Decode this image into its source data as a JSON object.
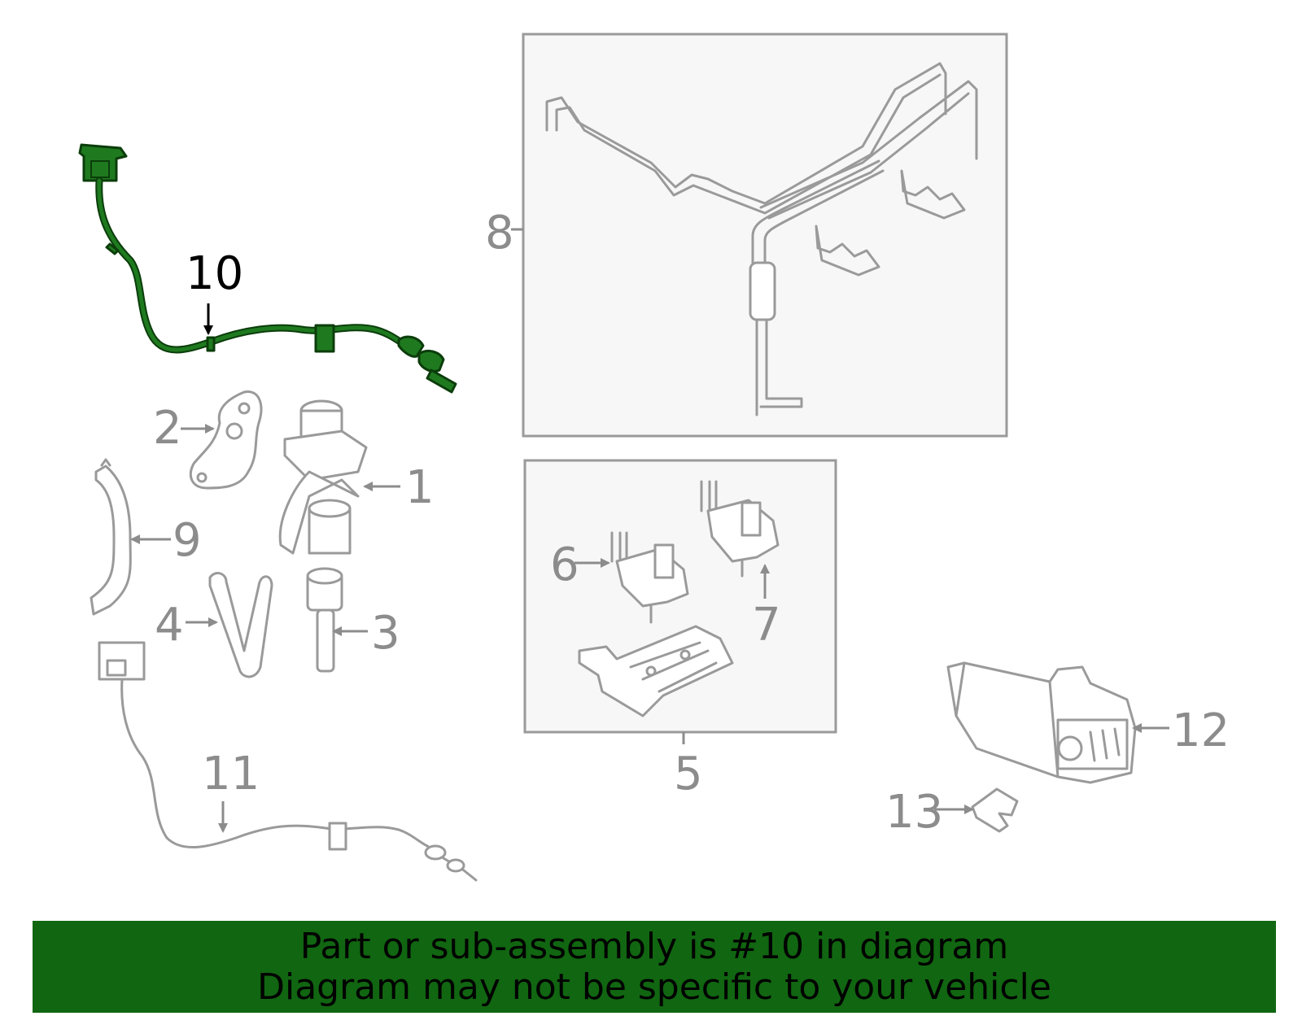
{
  "diagram": {
    "highlight_color": "#1f7a1f",
    "labels": {
      "p1": "1",
      "p2": "2",
      "p3": "3",
      "p4": "4",
      "p5": "5",
      "p6": "6",
      "p7": "7",
      "p8": "8",
      "p9": "9",
      "p10": "10",
      "p11": "11",
      "p12": "12",
      "p13": "13"
    }
  },
  "banner": {
    "line1": "Part or sub-assembly is #10 in diagram",
    "line2": "Diagram may not be specific to your vehicle",
    "background": "#116611"
  }
}
